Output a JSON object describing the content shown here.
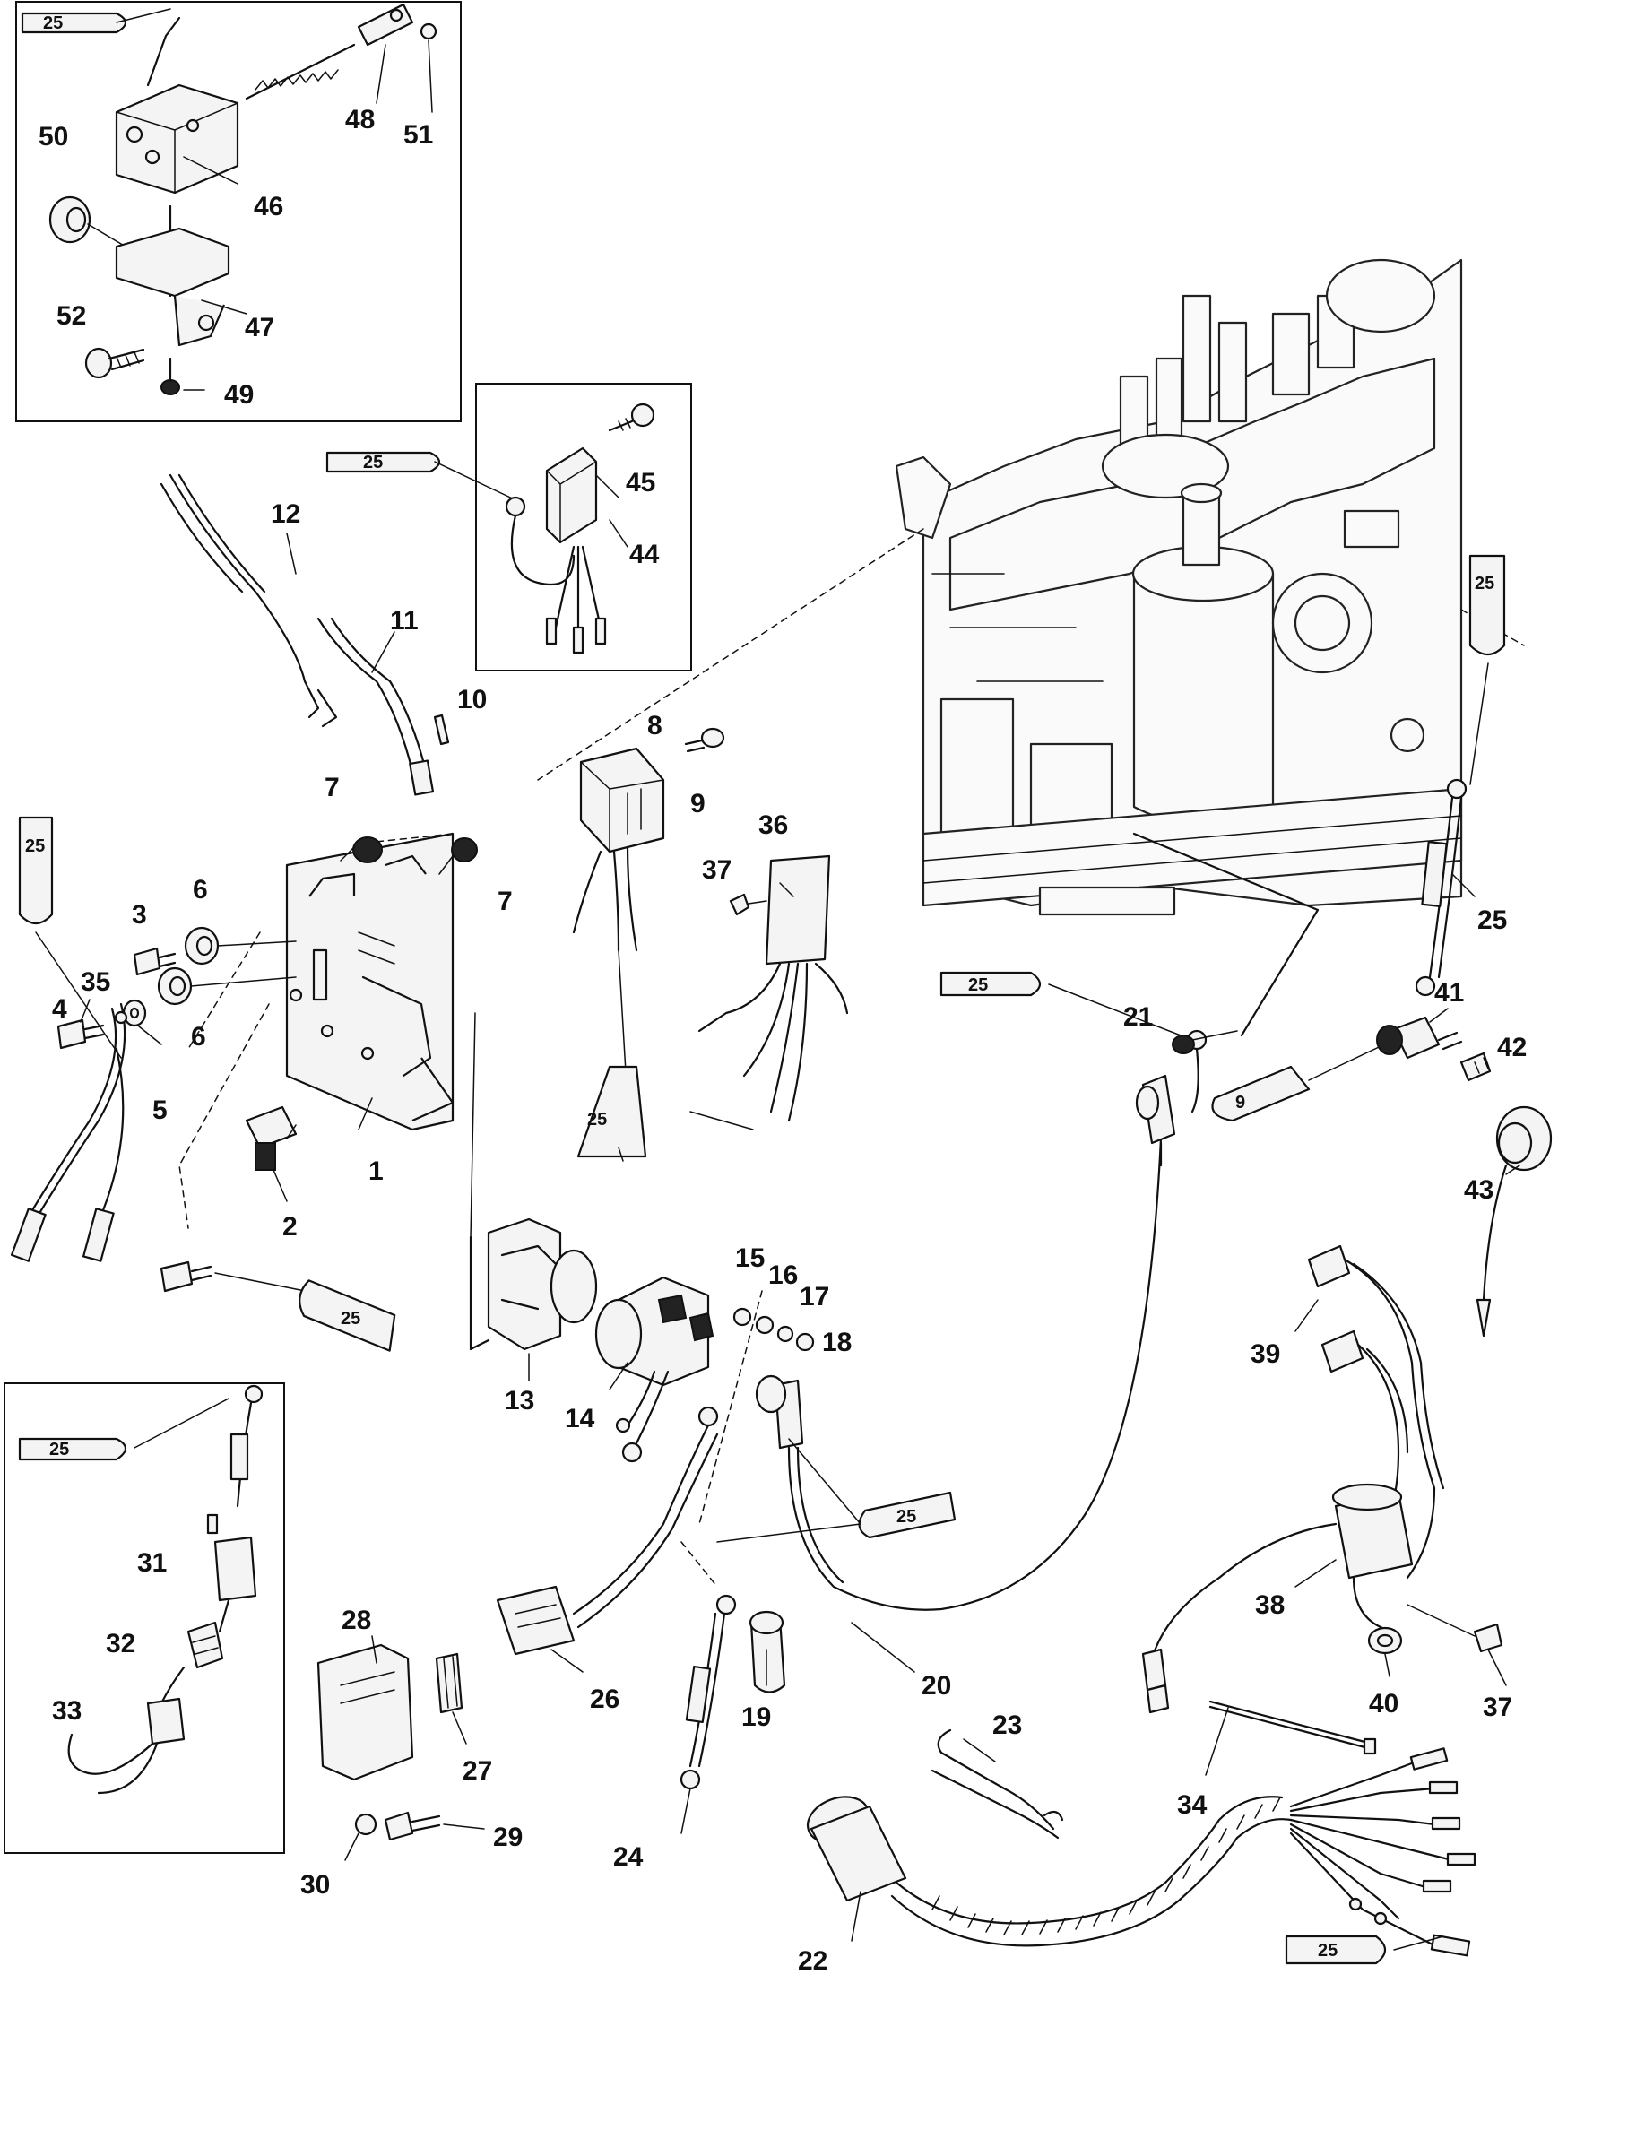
{
  "diagram": {
    "callouts": {
      "n1": "1",
      "n2": "2",
      "n3": "3",
      "n4": "4",
      "n5": "5",
      "n6a": "6",
      "n6b": "6",
      "n7a": "7",
      "n7b": "7",
      "n8": "8",
      "n9": "9",
      "n10": "10",
      "n11": "11",
      "n12": "12",
      "n13": "13",
      "n14": "14",
      "n15": "15",
      "n16": "16",
      "n17": "17",
      "n18": "18",
      "n19": "19",
      "n20": "20",
      "n21": "21",
      "n22": "22",
      "n23": "23",
      "n24": "24",
      "n25": "25",
      "n26": "26",
      "n27": "27",
      "n28": "28",
      "n29": "29",
      "n30": "30",
      "n31": "31",
      "n32": "32",
      "n33": "33",
      "n34": "34",
      "n35": "35",
      "n36": "36",
      "n37a": "37",
      "n37b": "37",
      "n38": "38",
      "n39": "39",
      "n40": "40",
      "n41": "41",
      "n42": "42",
      "n43": "43",
      "n44": "44",
      "n45": "45",
      "n46": "46",
      "n47": "47",
      "n48": "48",
      "n49": "49",
      "n50": "50",
      "n51": "51",
      "n52": "52"
    },
    "tubes": {
      "t1": "25",
      "t2": "25",
      "t3": "25",
      "t4": "25",
      "t5": "25",
      "t6": "25",
      "t7": "25",
      "t8": "25",
      "t9": "25",
      "t10": "9"
    }
  },
  "colors": {
    "ink": "#111111",
    "paper": "#ffffff"
  }
}
